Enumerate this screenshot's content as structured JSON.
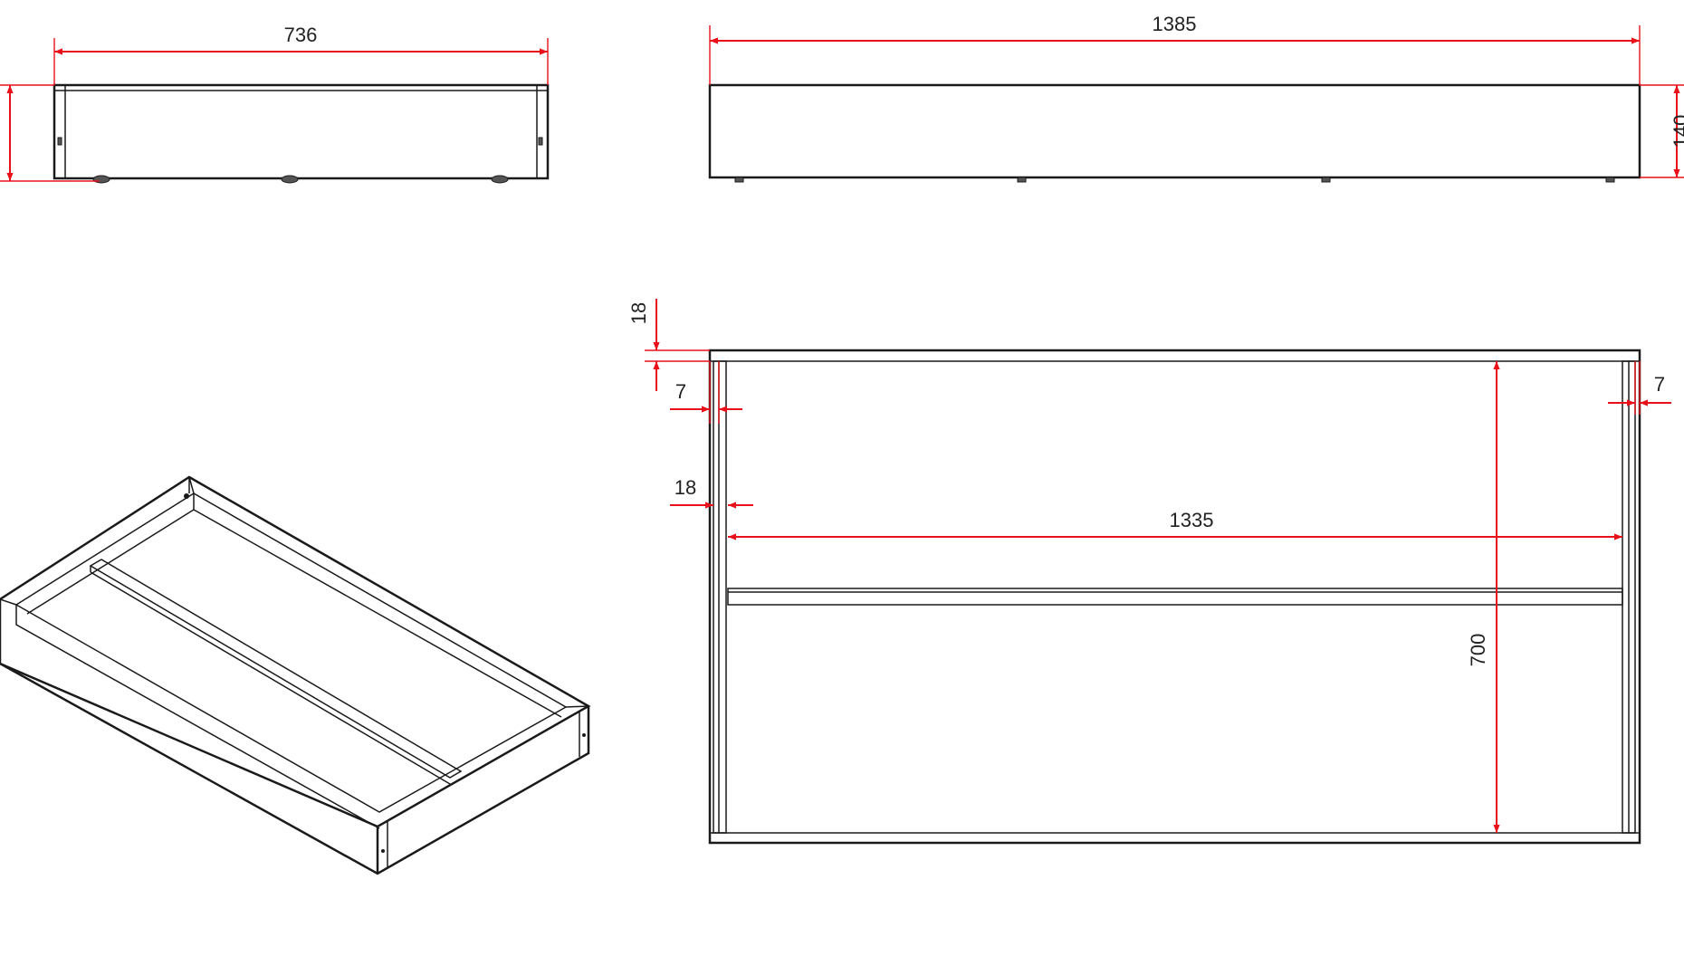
{
  "colors": {
    "background": "#ffffff",
    "outline": "#1a1a1a",
    "dimension": "#e8111a",
    "text": "#222222"
  },
  "dimensions": {
    "front_width": "736",
    "side_length": "1385",
    "side_height": "140",
    "top_panel_thickness": "18",
    "left_gap": "7",
    "left_rail": "18",
    "inner_length": "1335",
    "inner_depth": "700",
    "right_gap": "7"
  }
}
